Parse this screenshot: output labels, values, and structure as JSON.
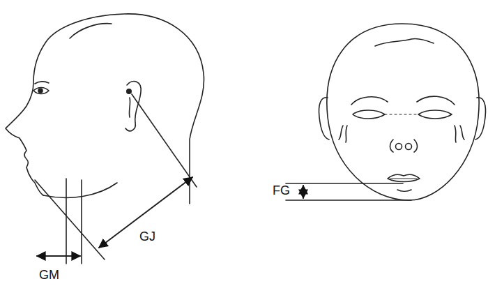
{
  "diagram": {
    "labels": [
      "GJ",
      "GM",
      "FG"
    ]
  }
}
